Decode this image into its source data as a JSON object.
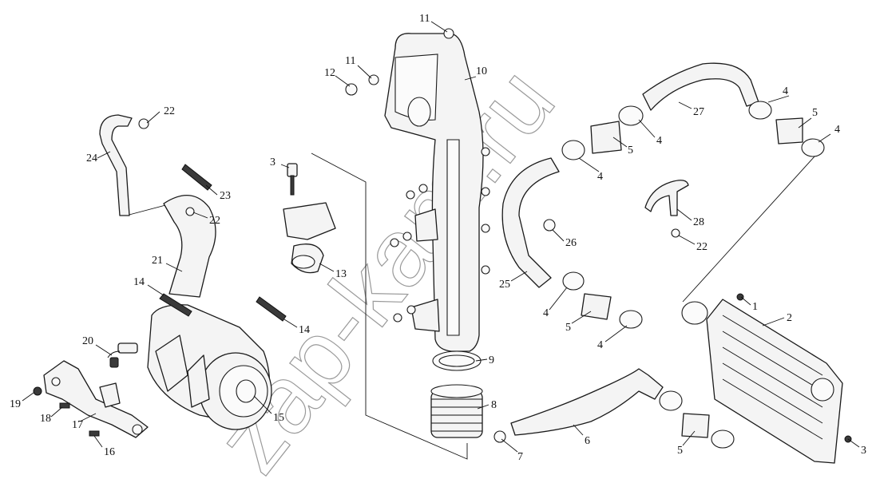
{
  "diagram": {
    "watermark": "zap-kam.ru",
    "part_labels": [
      "1",
      "2",
      "3",
      "3",
      "4",
      "4",
      "4",
      "4",
      "4",
      "4",
      "5",
      "5",
      "5",
      "5",
      "6",
      "7",
      "8",
      "9",
      "10",
      "11",
      "11",
      "12",
      "13",
      "14",
      "14",
      "15",
      "16",
      "17",
      "18",
      "19",
      "20",
      "21",
      "22",
      "22",
      "22",
      "23",
      "24",
      "25",
      "26",
      "27",
      "28"
    ]
  }
}
